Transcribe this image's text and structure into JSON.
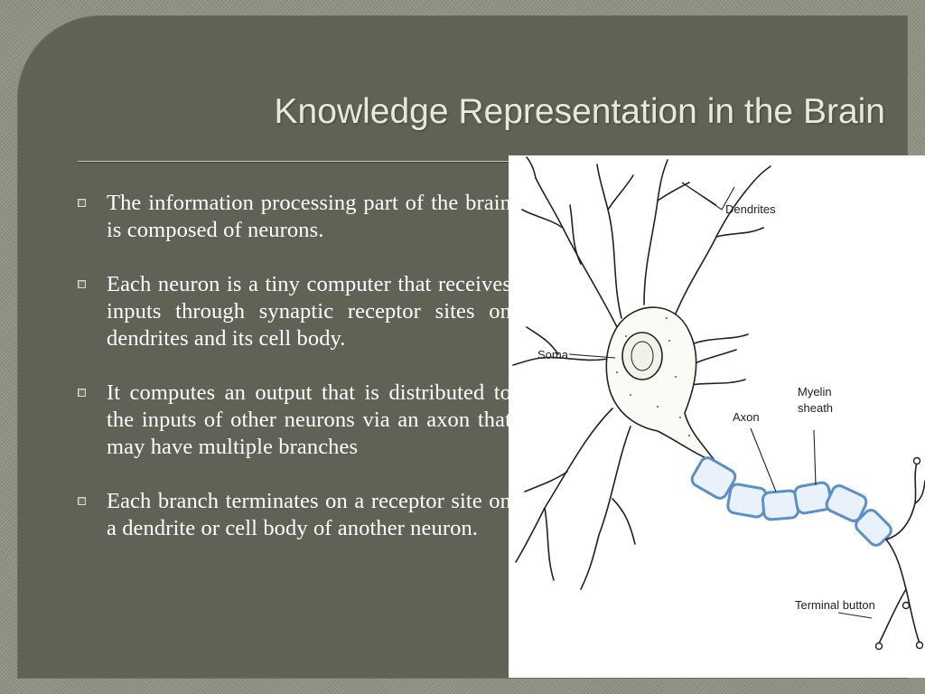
{
  "slide": {
    "title": "Knowledge Representation in the Brain",
    "bullets": [
      {
        "text": "The information processing part of the brain is composed of neurons."
      },
      {
        "text": "Each neuron is a tiny computer that receives inputs through synaptic receptor sites on dendrites and its cell body."
      },
      {
        "text": "It computes an output that is distributed to the inputs of other neurons via an axon that may have multiple branches"
      },
      {
        "text": "Each branch terminates on a receptor site on a dendrite or cell body of another neuron."
      }
    ]
  },
  "figure": {
    "labels": {
      "dendrites": "Dendrites",
      "soma": "Soma",
      "axon": "Axon",
      "myelin_line1": "Myelin",
      "myelin_line2": "sheath",
      "terminal": "Terminal button"
    }
  },
  "colors": {
    "slide_bg": "#5f6356",
    "title": "#e6ead8",
    "body_text": "#ffffff",
    "myelin": "#5b8fc7"
  }
}
